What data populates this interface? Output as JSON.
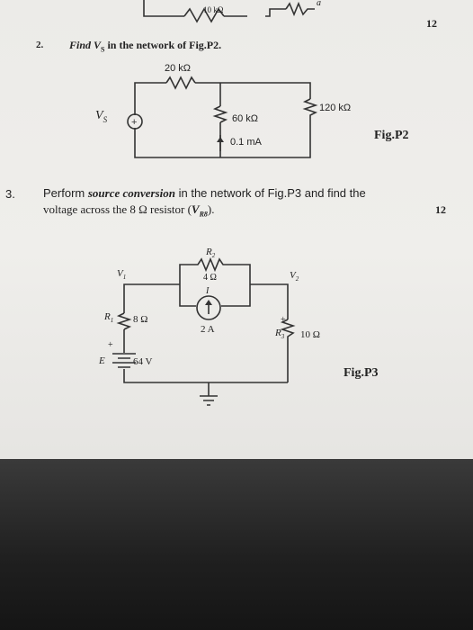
{
  "top_fragment": {
    "resistor_label": "10 kΩ",
    "tail": "a"
  },
  "problem2": {
    "number": "2.",
    "text": "Find V",
    "text_sub": "S",
    "text_rest": " in the network of Fig.P2.",
    "marks": "12",
    "r1": "20 kΩ",
    "source_label": "V",
    "source_sub": "S",
    "r2": "60 kΩ",
    "r3": "120 kΩ",
    "current": "0.1 mA",
    "fig_label": "Fig.P2"
  },
  "problem3": {
    "number": "3.",
    "line1_a": "Perform ",
    "line1_em": "source conversion",
    "line1_b": " in the network of Fig.P3 and find the",
    "line2_a": "voltage across the 8 Ω resistor (",
    "line2_var": "V",
    "line2_sub": "R8",
    "line2_b": ").",
    "marks": "12",
    "v1": "V",
    "v1_sub": "1",
    "v2": "V",
    "v2_sub": "2",
    "r2_name": "R",
    "r2_sub": "2",
    "r2_value": "4 Ω",
    "current_var": "I",
    "current_value": "2 A",
    "r1_name": "R",
    "r1_sub": "1",
    "r1_value": "8 Ω",
    "r3_name": "R",
    "r3_sub": "3",
    "r3_value": "10 Ω",
    "e_name": "E",
    "e_value": "64 V",
    "plus": "+",
    "fig_label": "Fig.P3"
  }
}
